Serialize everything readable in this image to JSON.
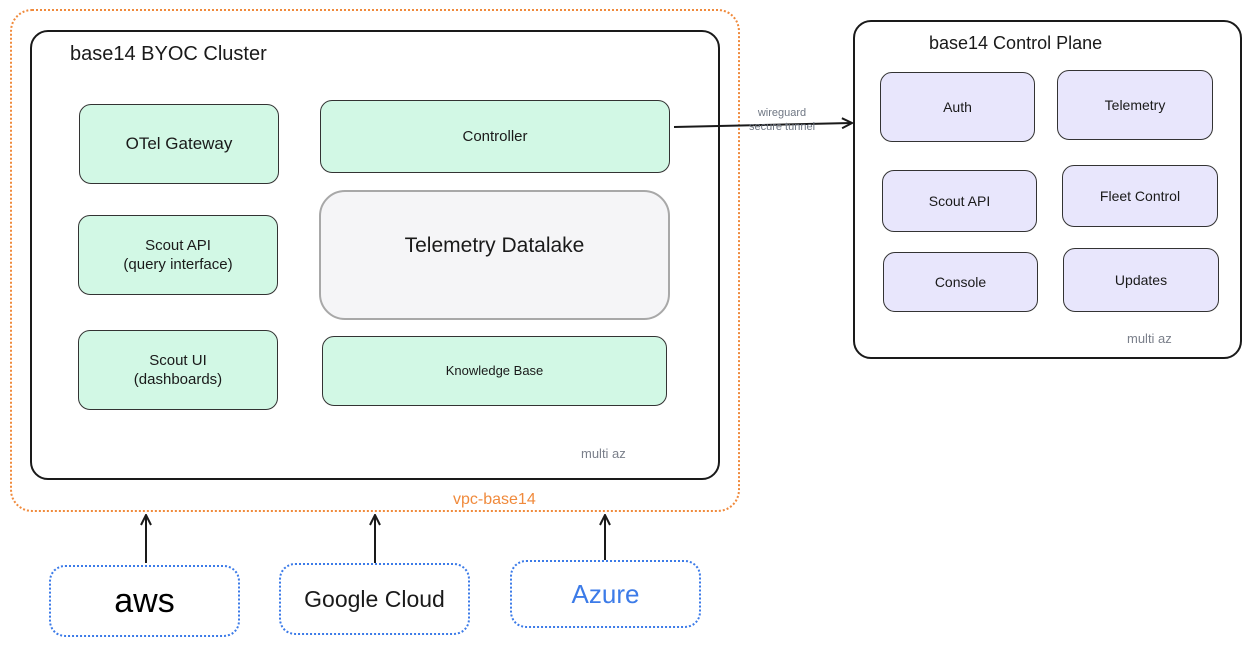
{
  "vpc": {
    "label": "vpc-base14"
  },
  "byoc": {
    "title": "base14 BYOC Cluster",
    "note": "multi az",
    "components": {
      "otel_gateway": "OTel Gateway",
      "scout_api": "Scout API\n(query interface)",
      "scout_ui": "Scout UI\n(dashboards)",
      "controller": "Controller",
      "telemetry_datalake": "Telemetry Datalake",
      "knowledge_base": "Knowledge Base"
    }
  },
  "control_plane": {
    "title": "base14 Control Plane",
    "note": "multi az",
    "components": {
      "auth": "Auth",
      "telemetry": "Telemetry",
      "scout_api": "Scout API",
      "fleet_control": "Fleet Control",
      "console": "Console",
      "updates": "Updates"
    }
  },
  "tunnel": {
    "line1": "wireguard",
    "line2": "secure tunnel"
  },
  "clouds": {
    "aws": {
      "label": "aws",
      "color": "#000000"
    },
    "gcp": {
      "label": "Google Cloud",
      "color": "#1a1a1a"
    },
    "azure": {
      "label": "Azure",
      "color": "#3c7be8"
    }
  }
}
